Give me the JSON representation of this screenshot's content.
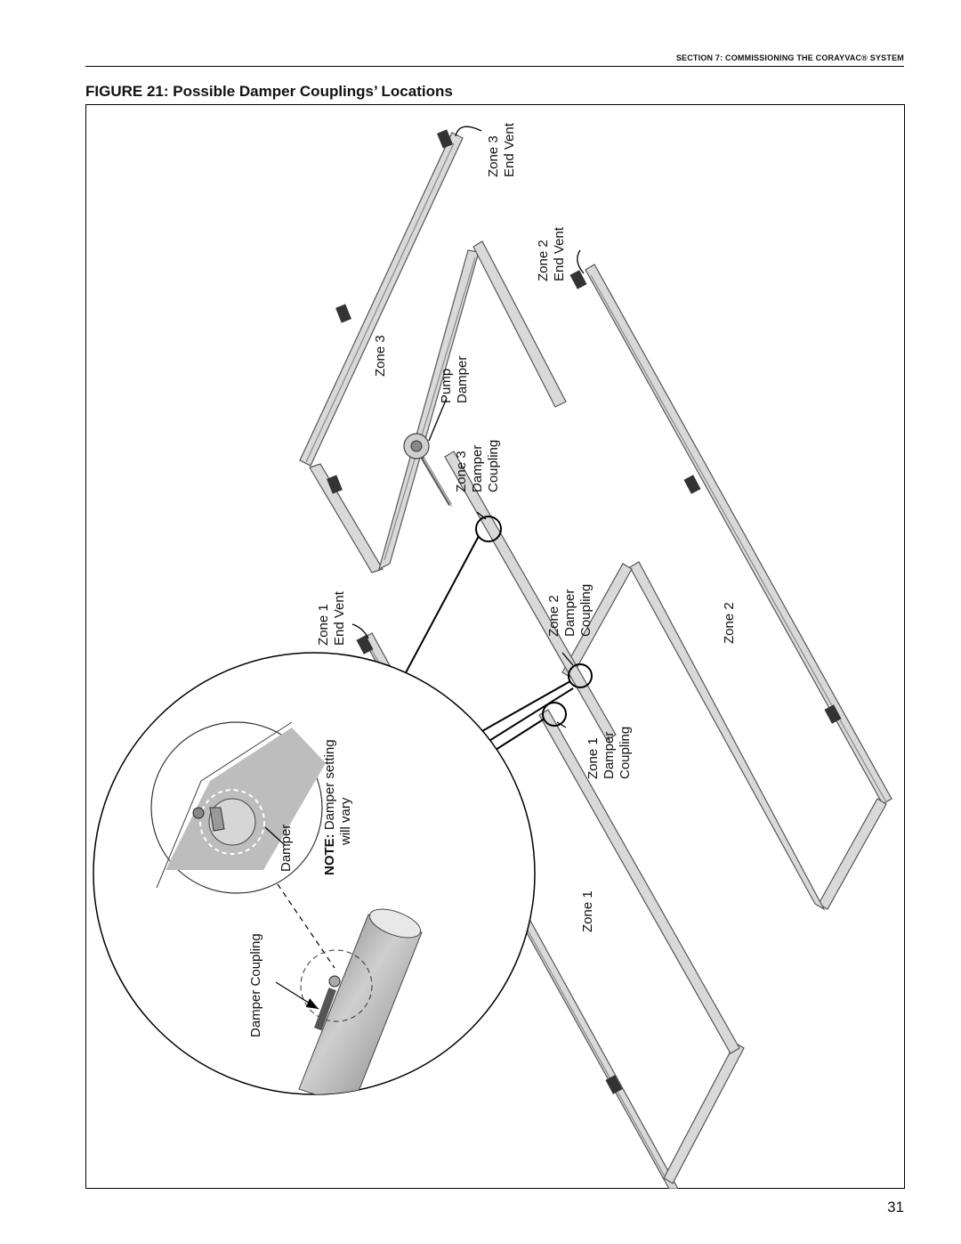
{
  "header": {
    "section_text": "SECTION 7: COMMISSIONING THE CORAYVAC® SYSTEM"
  },
  "figure": {
    "title": "FIGURE 21: Possible Damper Couplings’ Locations",
    "labels": {
      "zone3_end_vent": [
        "Zone 3",
        "End Vent"
      ],
      "zone2_end_vent": [
        "Zone 2",
        "End Vent"
      ],
      "zone1_end_vent": [
        "Zone 1",
        "End Vent"
      ],
      "zone3": "Zone 3",
      "zone2": "Zone 2",
      "zone1": "Zone 1",
      "pump_damper": [
        "Pump",
        "Damper"
      ],
      "zone3_damper_coupling": [
        "Zone 3",
        "Damper",
        "Coupling"
      ],
      "zone2_damper_coupling": [
        "Zone 2",
        "Damper",
        "Coupling"
      ],
      "zone1_damper_coupling": [
        "Zone 1",
        "Damper",
        "Coupling"
      ],
      "damper": "Damper",
      "note_bold": "NOTE:",
      "note_text": [
        "Damper setting",
        "will vary"
      ],
      "damper_coupling": "Damper Coupling"
    }
  },
  "page_number": "31"
}
